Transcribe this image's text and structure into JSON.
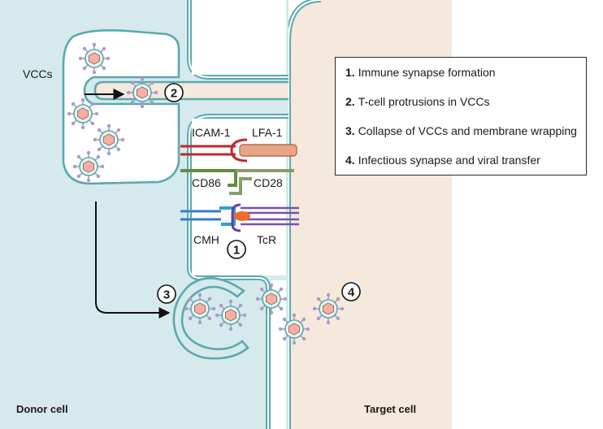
{
  "colors": {
    "donor_cytoplasm": "#d6e9ec",
    "target_cytoplasm": "#f4e9dc",
    "membrane": "#5aa9ad",
    "virus_core": "#f4b1a4",
    "virus_spike": "#a99bc8"
  },
  "labels": {
    "vccs": "VCCs",
    "icam1": "ICAM-1",
    "lfa1": "LFA-1",
    "cd86": "CD86",
    "cd28": "CD28",
    "cmh": "CMH",
    "tcr": "TcR",
    "donor_cell": "Donor cell",
    "target_cell": "Target cell"
  },
  "step_markers": {
    "s1": "1",
    "s2": "2",
    "s3": "3",
    "s4": "4"
  },
  "legend": [
    {
      "num": "1.",
      "text": "Immune synapse formation"
    },
    {
      "num": "2.",
      "text": "T-cell protrusions in VCCs"
    },
    {
      "num": "3.",
      "text": "Collapse of VCCs and membrane wrapping"
    },
    {
      "num": "4.",
      "text": "Infectious synapse and viral transfer"
    }
  ]
}
